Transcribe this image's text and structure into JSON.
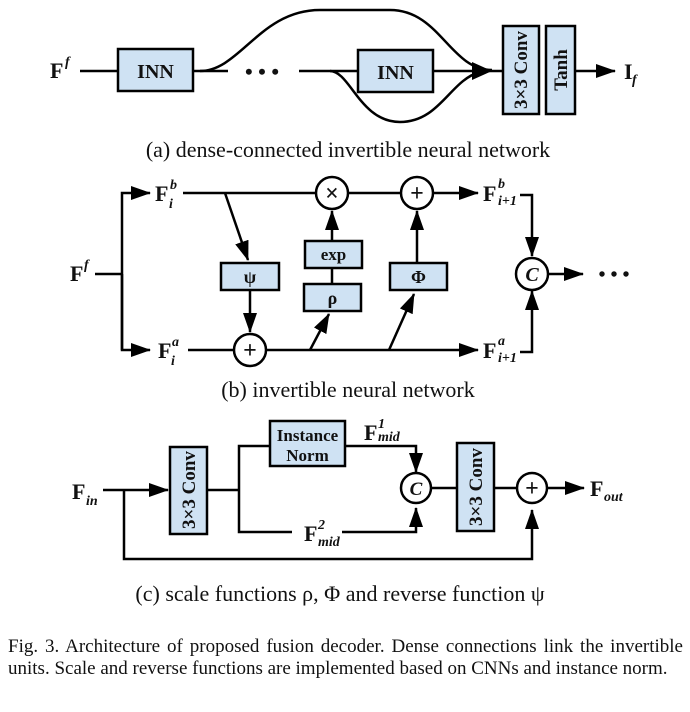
{
  "panel_a": {
    "input_label": "F",
    "input_sup": "f",
    "inn_block_1": "INN",
    "ellipsis": "• • •",
    "inn_block_2": "INN",
    "conv_block": "3×3 Conv",
    "tanh_block": "Tanh",
    "output_label": "I",
    "output_sub": "f",
    "caption": "(a) dense-connected invertible neural network"
  },
  "panel_b": {
    "input_label": "F",
    "input_sup": "f",
    "fib_label": "F",
    "fib_sub": "i",
    "fib_sup": "b",
    "fia_label": "F",
    "fia_sub": "i",
    "fia_sup": "a",
    "psi_block": "ψ",
    "exp_block": "exp",
    "rho_block": "ρ",
    "phi_block": "Φ",
    "multiply_op": "×",
    "add_op_top": "+",
    "add_op_bottom": "+",
    "fib_next_label": "F",
    "fib_next_sub": "i+1",
    "fib_next_sup": "b",
    "fia_next_label": "F",
    "fia_next_sub": "i+1",
    "fia_next_sup": "a",
    "concat_op": "C",
    "ellipsis": "• • •",
    "caption": "(b) invertible neural network"
  },
  "panel_c": {
    "input_label": "F",
    "input_sub": "in",
    "conv_block_1": "3×3 Conv",
    "instance_norm_line1": "Instance",
    "instance_norm_line2": "Norm",
    "fmid1_label": "F",
    "fmid1_sup": "1",
    "fmid1_sub": "mid",
    "fmid2_label": "F",
    "fmid2_sup": "2",
    "fmid2_sub": "mid",
    "concat_op": "C",
    "conv_block_2": "3×3 Conv",
    "add_op": "+",
    "output_label": "F",
    "output_sub": "out",
    "caption": "(c) scale functions ρ, Φ and reverse function ψ"
  },
  "figure_caption": "Fig. 3.  Architecture of proposed fusion decoder. Dense connections link the invertible units. Scale and reverse functions are implemented based on CNNs and instance norm."
}
